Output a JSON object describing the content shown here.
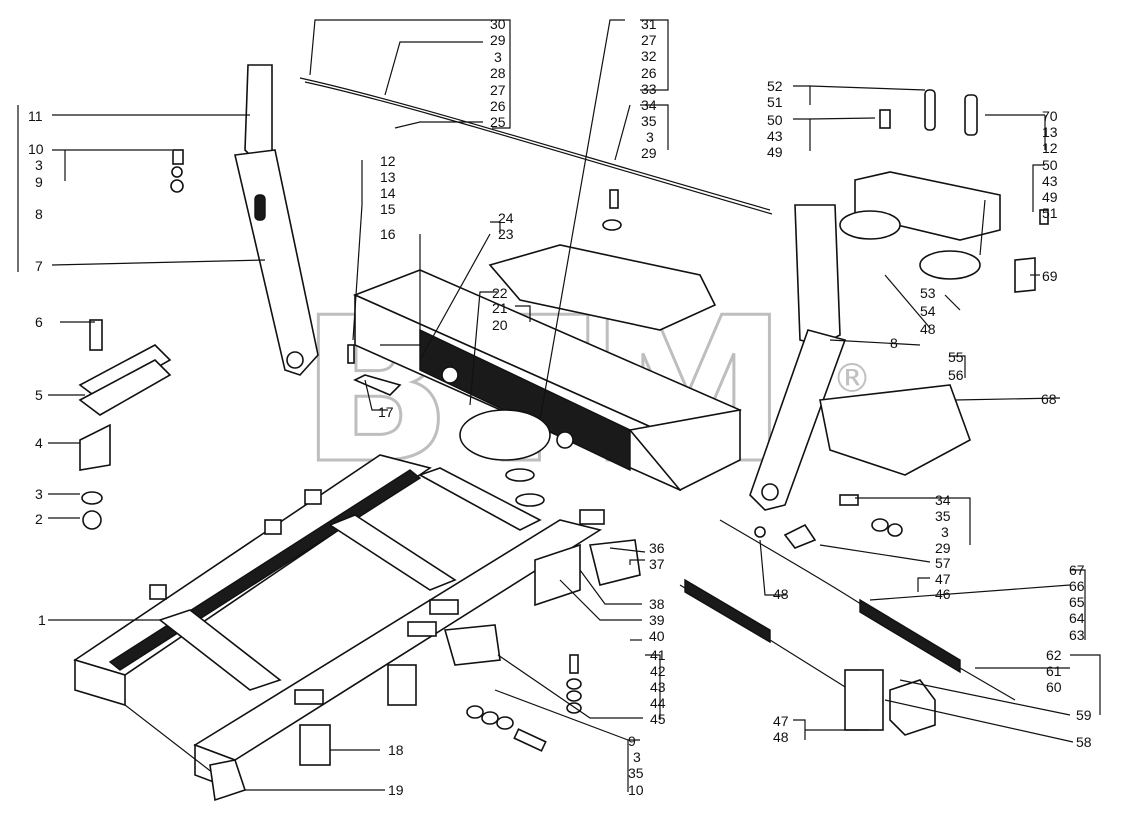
{
  "watermark": {
    "text": "BTM",
    "mark": "®"
  },
  "callouts": [
    {
      "text": "30"
    },
    {
      "text": "29"
    },
    {
      "text": "3"
    },
    {
      "text": "28"
    },
    {
      "text": "27"
    },
    {
      "text": "26"
    },
    {
      "text": "25"
    },
    {
      "text": "31"
    },
    {
      "text": "27"
    },
    {
      "text": "32"
    },
    {
      "text": "26"
    },
    {
      "text": "33"
    },
    {
      "text": "34"
    },
    {
      "text": "35"
    },
    {
      "text": "3"
    },
    {
      "text": "29"
    },
    {
      "text": "52"
    },
    {
      "text": "51"
    },
    {
      "text": "50"
    },
    {
      "text": "43"
    },
    {
      "text": "49"
    },
    {
      "text": "70"
    },
    {
      "text": "13"
    },
    {
      "text": "12"
    },
    {
      "text": "50"
    },
    {
      "text": "43"
    },
    {
      "text": "49"
    },
    {
      "text": "51"
    },
    {
      "text": "11"
    },
    {
      "text": "10"
    },
    {
      "text": "3"
    },
    {
      "text": "9"
    },
    {
      "text": "8"
    },
    {
      "text": "7"
    },
    {
      "text": "12"
    },
    {
      "text": "13"
    },
    {
      "text": "14"
    },
    {
      "text": "15"
    },
    {
      "text": "24"
    },
    {
      "text": "23"
    },
    {
      "text": "16"
    },
    {
      "text": "22"
    },
    {
      "text": "21"
    },
    {
      "text": "20"
    },
    {
      "text": "17"
    },
    {
      "text": "6"
    },
    {
      "text": "5"
    },
    {
      "text": "4"
    },
    {
      "text": "3"
    },
    {
      "text": "2"
    },
    {
      "text": "1"
    },
    {
      "text": "69"
    },
    {
      "text": "53"
    },
    {
      "text": "54"
    },
    {
      "text": "48"
    },
    {
      "text": "8"
    },
    {
      "text": "55"
    },
    {
      "text": "56"
    },
    {
      "text": "68"
    },
    {
      "text": "34"
    },
    {
      "text": "35"
    },
    {
      "text": "3"
    },
    {
      "text": "29"
    },
    {
      "text": "57"
    },
    {
      "text": "47"
    },
    {
      "text": "46"
    },
    {
      "text": "36"
    },
    {
      "text": "37"
    },
    {
      "text": "38"
    },
    {
      "text": "39"
    },
    {
      "text": "40"
    },
    {
      "text": "48"
    },
    {
      "text": "41"
    },
    {
      "text": "42"
    },
    {
      "text": "43"
    },
    {
      "text": "44"
    },
    {
      "text": "45"
    },
    {
      "text": "67"
    },
    {
      "text": "66"
    },
    {
      "text": "65"
    },
    {
      "text": "64"
    },
    {
      "text": "63"
    },
    {
      "text": "62"
    },
    {
      "text": "61"
    },
    {
      "text": "60"
    },
    {
      "text": "59"
    },
    {
      "text": "58"
    },
    {
      "text": "47"
    },
    {
      "text": "48"
    },
    {
      "text": "9"
    },
    {
      "text": "3"
    },
    {
      "text": "35"
    },
    {
      "text": "10"
    },
    {
      "text": "18"
    },
    {
      "text": "19"
    }
  ]
}
